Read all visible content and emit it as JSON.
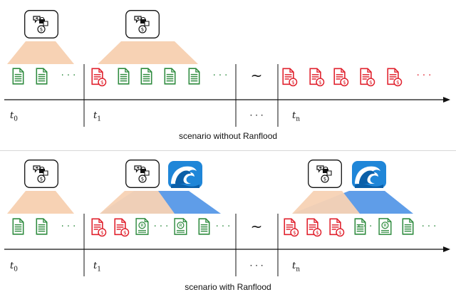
{
  "colors": {
    "clean_doc": "#2e8b3e",
    "encrypted_doc": "#e0212d",
    "ranflood_doc": "#2e8b3e",
    "ransom_beam": "#f7d2b4",
    "ranflood_beam": "#5f9de8",
    "wave_bg": "#1f86d8",
    "axis": "#111111"
  },
  "icons": {
    "ransomware": "ransomware-box-icon",
    "ranflood": "wave-icon",
    "clean_file": "green-document-icon",
    "encrypted_file": "red-document-ransom-icon",
    "decoy_file": "green-document-r-icon"
  },
  "scenario_without": {
    "caption": "scenario without Ranflood",
    "labels": {
      "t0": "t",
      "t0_sub": "0",
      "t1": "t",
      "t1_sub": "1",
      "tn": "t",
      "tn_sub": "n"
    },
    "ellipsis_green_1": "· · ·",
    "ellipsis_green_2": "· · ·",
    "ellipsis_red": "· · ·",
    "tilde": "~",
    "dots_below": "· · ·"
  },
  "scenario_with": {
    "caption": "scenario with Ranflood",
    "labels": {
      "t0": "t",
      "t0_sub": "0",
      "t1": "t",
      "t1_sub": "1",
      "tn": "t",
      "tn_sub": "n"
    },
    "ellipsis_1": "· · ·",
    "ellipsis_2": "· · ·",
    "ellipsis_3": "· · ·",
    "ellipsis_4": "· · ·",
    "ellipsis_5": "· · ·",
    "tilde": "~",
    "dots_below": "· · ·"
  }
}
